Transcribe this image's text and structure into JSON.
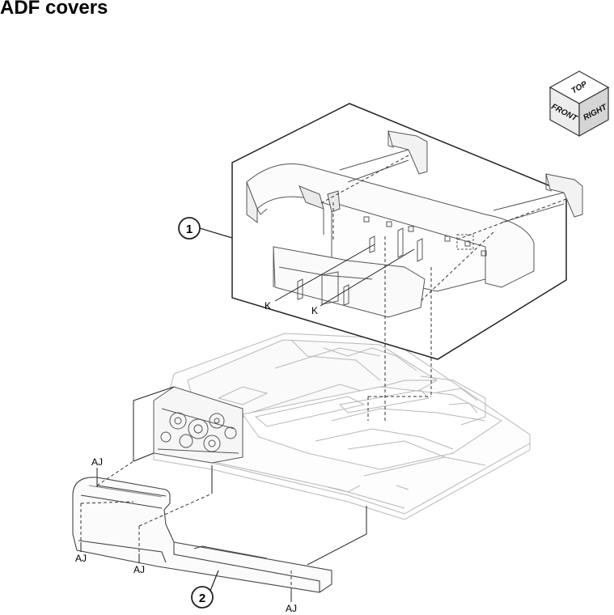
{
  "title": "ADF covers",
  "callouts": [
    {
      "id": "1"
    },
    {
      "id": "2"
    }
  ],
  "reference_labels": {
    "k_left": "K",
    "k_right": "K",
    "aj_top": "AJ",
    "aj_bottom_left": "AJ",
    "aj_bottom_mid": "AJ",
    "aj_bottom_right": "AJ"
  },
  "orientation_cube": {
    "top": "TOP",
    "front": "FRONT",
    "right": "RIGHT"
  }
}
